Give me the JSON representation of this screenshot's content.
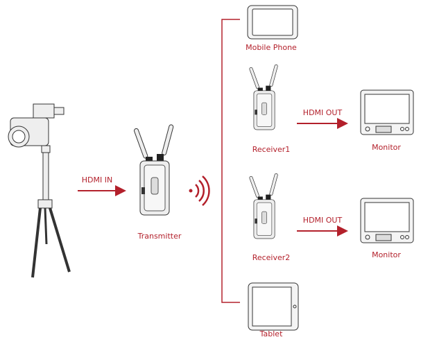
{
  "colors": {
    "accent": "#b3202b",
    "line": "#333333",
    "fill": "#f2f2f2"
  },
  "labels": {
    "mobile_phone": "Mobile Phone",
    "receiver1": "Receiver1",
    "receiver2": "Receiver2",
    "transmitter": "Transmitter",
    "monitor1": "Monitor",
    "monitor2": "Monitor",
    "tablet": "Tablet",
    "hdmi_in": "HDMI IN",
    "hdmi_out1": "HDMI OUT",
    "hdmi_out2": "HDMI OUT"
  }
}
